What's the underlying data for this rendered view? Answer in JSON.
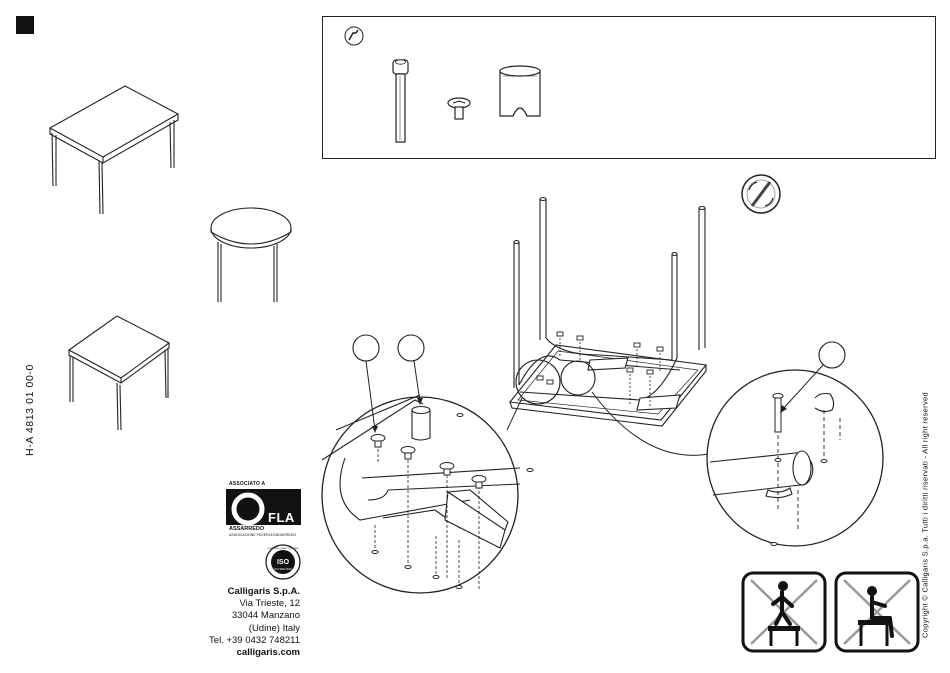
{
  "document": {
    "product_code": "H-A 4813 01 00-0",
    "copyright": "Copyright © Calligaris S.p.a. Tutti i diritti riservati - All right reserved"
  },
  "company": {
    "name": "Calligaris S.p.A.",
    "street": "Via Trieste, 12",
    "city": "33044 Manzano",
    "region": "(Udine) Italy",
    "phone": "Tel. +39 0432 748211",
    "website": "calligaris.com"
  },
  "logos": {
    "fla_associated": "ASSOCIATO A",
    "fla_word": "FLA",
    "fla_brand": "ASSARREDO",
    "fla_sub": "ASSOCIAZIONE FEDERLEGNOARREDO",
    "iso_label": "ISO",
    "iso_number": "ISO 9001:2015",
    "iso_ring_text": "CERTIFIED QUALITY SYSTEM"
  },
  "icons": {
    "hardware_wrench": "allen-key-icon",
    "rotation_tool": "rotate-screwdriver-icon",
    "no_standing": "no-standing-on-table-icon",
    "no_sitting": "no-sitting-on-table-icon"
  },
  "colors": {
    "ink": "#111111",
    "callout_fill": "#ffffff",
    "warning_cross": "#999999"
  }
}
